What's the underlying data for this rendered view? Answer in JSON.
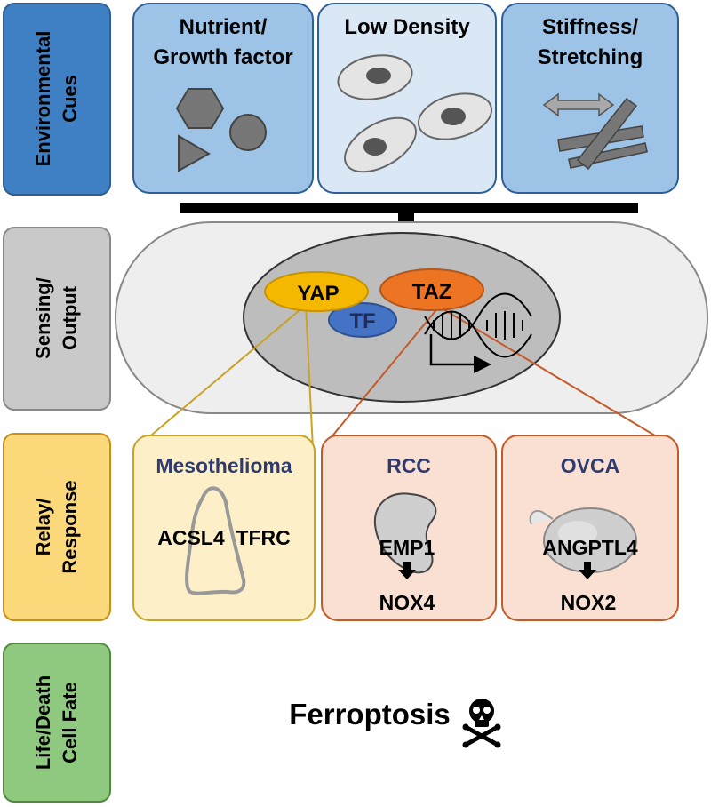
{
  "rows": [
    {
      "lines": [
        "Environmental",
        "Cues"
      ],
      "color": "#3f7fc4"
    },
    {
      "lines": [
        "Sensing/",
        "Output"
      ],
      "color": "#c9c9c9"
    },
    {
      "lines": [
        "Relay/",
        "Response"
      ],
      "color": "#fbd97a"
    },
    {
      "lines": [
        "Life/Death",
        "Cell Fate"
      ],
      "color": "#8fc97f"
    }
  ],
  "cues": [
    {
      "lines": [
        "Nutrient/",
        "Growth factor"
      ]
    },
    {
      "lines": [
        "Low Density"
      ]
    },
    {
      "lines": [
        "Stiffness/",
        "Stretching"
      ]
    }
  ],
  "proteins": {
    "yap": "YAP",
    "taz": "TAZ",
    "tf": "TF"
  },
  "responses": [
    {
      "title": "Mesothelioma",
      "genes": "ACSL4  TFRC"
    },
    {
      "title": "RCC",
      "upstream": "EMP1",
      "downstream": "NOX4"
    },
    {
      "title": "OVCA",
      "upstream": "ANGPTL4",
      "downstream": "NOX2"
    }
  ],
  "fate": "Ferroptosis",
  "colors": {
    "cue_fill": "#9dc3e6",
    "cue_fill_light": "#dae7f5",
    "yap": "#f5b800",
    "taz": "#ed7422",
    "tf": "#4472c4",
    "meso_fill": "#fdf0c8",
    "kidney_fill": "#fae0d2",
    "title_text": "#2f3a6e"
  }
}
